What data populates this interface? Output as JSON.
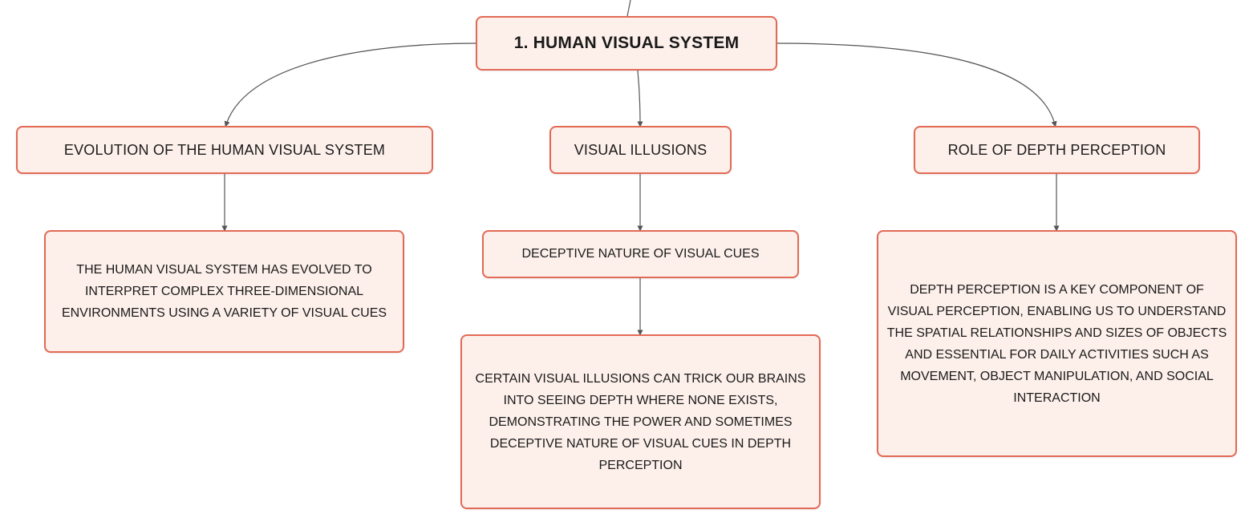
{
  "diagram": {
    "root": {
      "label": "1. HUMAN VISUAL SYSTEM"
    },
    "branches": [
      {
        "label": "EVOLUTION OF THE HUMAN VISUAL SYSTEM",
        "children": [
          {
            "text": "THE HUMAN VISUAL SYSTEM HAS EVOLVED TO INTERPRET COMPLEX THREE-DIMENSIONAL ENVIRONMENTS USING A VARIETY OF VISUAL CUES"
          }
        ]
      },
      {
        "label": "VISUAL ILLUSIONS",
        "children": [
          {
            "text": "DECEPTIVE NATURE OF VISUAL CUES",
            "children": [
              {
                "text": "CERTAIN VISUAL ILLUSIONS CAN TRICK OUR BRAINS INTO SEEING DEPTH WHERE NONE EXISTS, DEMONSTRATING THE POWER AND SOMETIMES DECEPTIVE NATURE OF VISUAL CUES IN DEPTH PERCEPTION"
              }
            ]
          }
        ]
      },
      {
        "label": "ROLE OF DEPTH PERCEPTION",
        "children": [
          {
            "text": "DEPTH PERCEPTION IS A KEY COMPONENT OF VISUAL PERCEPTION, ENABLING US TO UNDERSTAND THE SPATIAL RELATIONSHIPS AND SIZES OF OBJECTS AND ESSENTIAL FOR DAILY ACTIVITIES SUCH AS MOVEMENT, OBJECT MANIPULATION, AND SOCIAL INTERACTION"
          }
        ]
      }
    ],
    "colors": {
      "node_fill": "#fdf0eb",
      "node_border": "#e26a55",
      "connector": "#555555",
      "text": "#1a1a1a"
    }
  }
}
